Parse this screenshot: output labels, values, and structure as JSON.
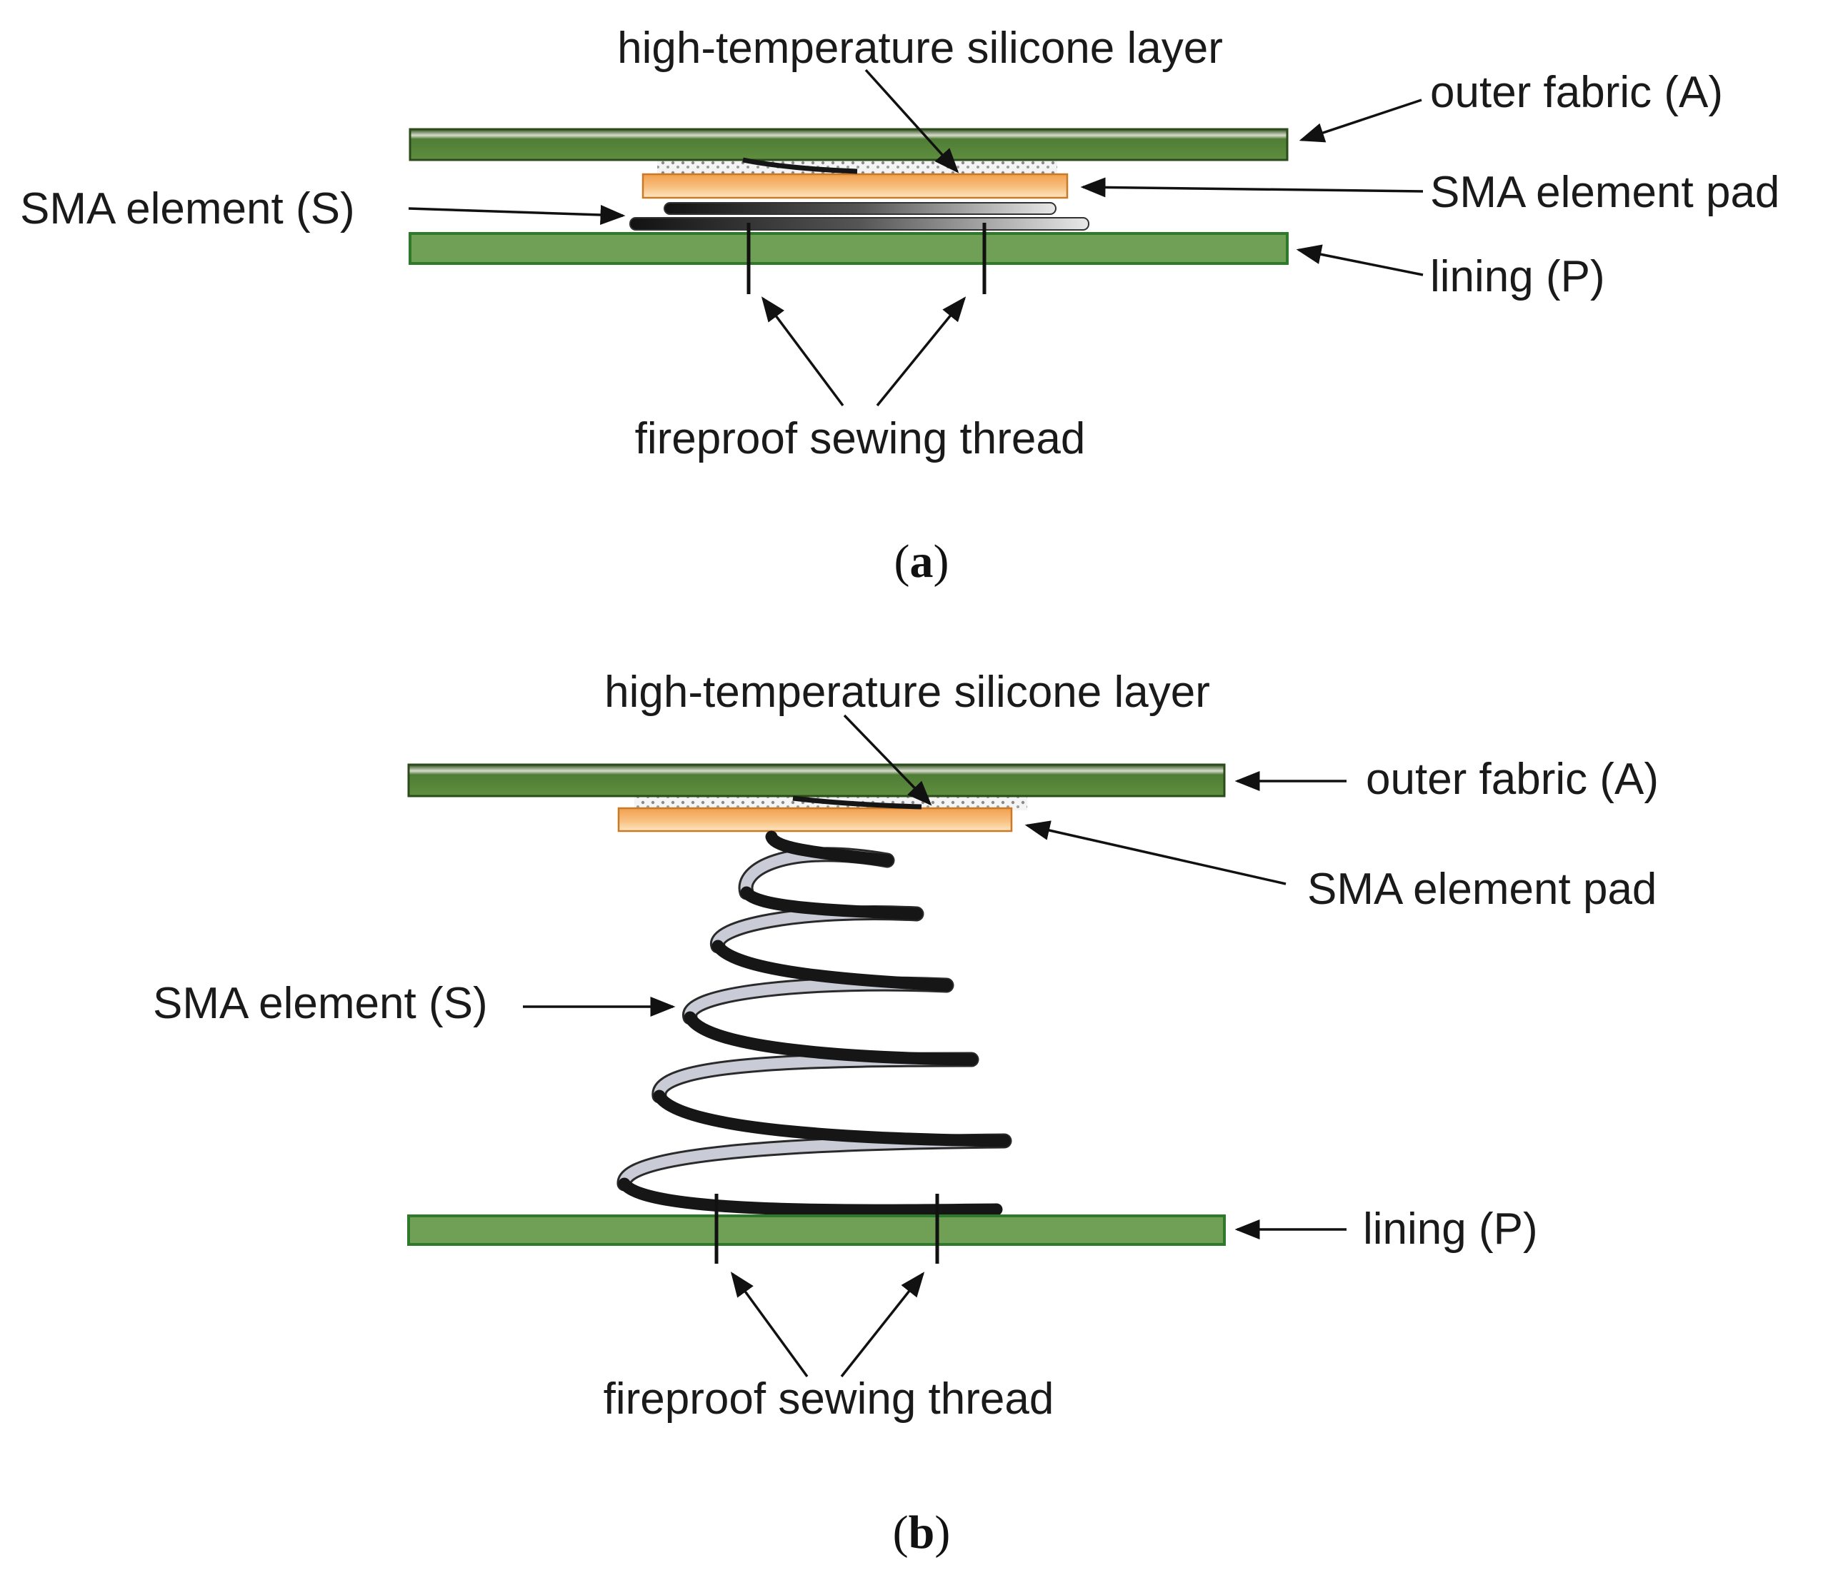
{
  "colors": {
    "fabric_green": "#6d9c4a",
    "fabric_dark": "#3f6a26",
    "fabric_edge": "#2f5e1c",
    "lining_green": "#6fa055",
    "lining_edge": "#2f7a2a",
    "pad_orange": "#f0a85a",
    "pad_light": "#fde3b8",
    "silicone_gray": "#cfcfcf",
    "sma_dark": "#161616",
    "sma_light": "#c9ccd6"
  },
  "panel_a": {
    "labels": {
      "silicone": "high-temperature silicone layer",
      "outer_fabric": "outer fabric (A)",
      "sma_pad": "SMA element pad",
      "sma_element": "SMA element (S)",
      "lining": "lining (P)",
      "thread": "fireproof sewing thread"
    },
    "caption": {
      "open": "(",
      "letter": "a",
      "close": ")"
    }
  },
  "panel_b": {
    "labels": {
      "silicone": "high-temperature silicone layer",
      "outer_fabric": "outer fabric (A)",
      "sma_pad": "SMA element pad",
      "sma_element": "SMA element (S)",
      "lining": "lining (P)",
      "thread": "fireproof sewing thread"
    },
    "caption": {
      "open": "(",
      "letter": "b",
      "close": ")"
    }
  }
}
